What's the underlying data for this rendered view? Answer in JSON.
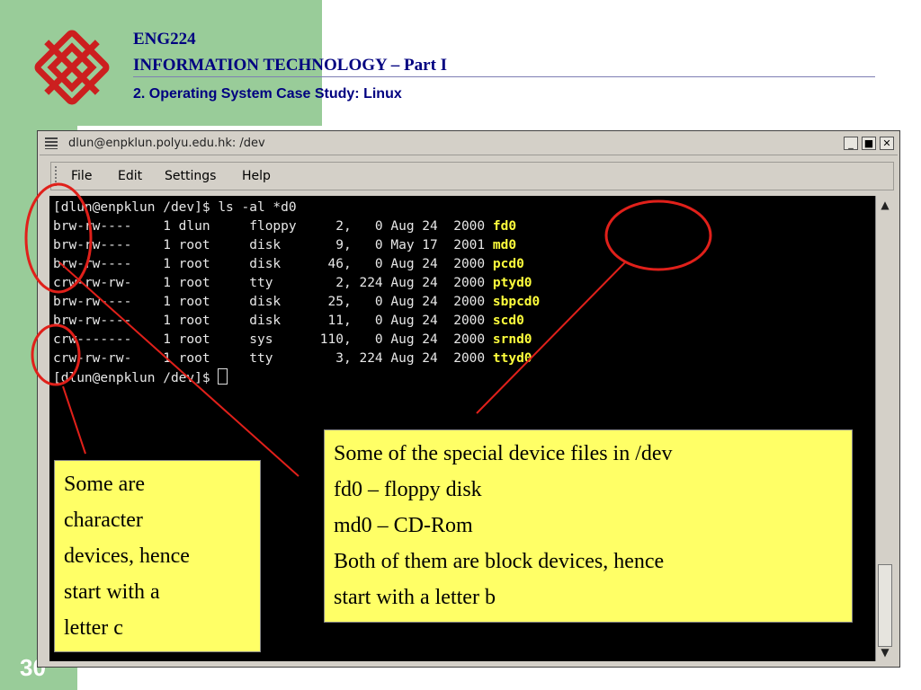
{
  "header": {
    "course_code": "ENG224",
    "course_title": "INFORMATION TECHNOLOGY – Part I",
    "subtitle": "2. Operating System Case Study: Linux",
    "slide_number": "30"
  },
  "window": {
    "title": "dlun@enpklun.polyu.edu.hk: /dev",
    "menu": [
      "File",
      "Edit",
      "Settings",
      "Help"
    ]
  },
  "terminal": {
    "lines": [
      {
        "text": "[dlun@enpklun /dev]$ ls -al *d0",
        "file": ""
      },
      {
        "text": "brw-rw----    1 dlun     floppy     2,   0 Aug 24  2000 ",
        "file": "fd0"
      },
      {
        "text": "brw-rw----    1 root     disk       9,   0 May 17  2001 ",
        "file": "md0"
      },
      {
        "text": "brw-rw----    1 root     disk      46,   0 Aug 24  2000 ",
        "file": "pcd0"
      },
      {
        "text": "crw-rw-rw-    1 root     tty        2, 224 Aug 24  2000 ",
        "file": "ptyd0"
      },
      {
        "text": "brw-rw----    1 root     disk      25,   0 Aug 24  2000 ",
        "file": "sbpcd0"
      },
      {
        "text": "brw-rw----    1 root     disk      11,   0 Aug 24  2000 ",
        "file": "scd0"
      },
      {
        "text": "crw-------    1 root     sys      110,   0 Aug 24  2000 ",
        "file": "srnd0"
      },
      {
        "text": "crw-rw-rw-    1 root     tty        3, 224 Aug 24  2000 ",
        "file": "ttyd0"
      }
    ],
    "prompt": "[dlun@enpklun /dev]$ "
  },
  "notes": {
    "left": [
      "Some are",
      "character",
      "devices, hence",
      "start with a",
      "letter c"
    ],
    "right": [
      "Some of the special device files in /dev",
      "fd0 – floppy disk",
      "md0 – CD-Rom",
      "Both of them are block devices, hence",
      "start with a letter b"
    ]
  },
  "colors": {
    "band": "#99cc99",
    "header_text": "#000080",
    "note_bg": "#ffff66",
    "annotation": "#e0201a",
    "file_highlight": "#ffff3c"
  },
  "icons": {
    "logo": "polyu-logo-icon",
    "window_menu": "window-menu-icon",
    "minimize": "minimize-icon",
    "maximize": "maximize-icon",
    "close": "close-icon",
    "scroll_up": "scroll-up-arrow-icon",
    "scroll_down": "scroll-down-arrow-icon"
  }
}
